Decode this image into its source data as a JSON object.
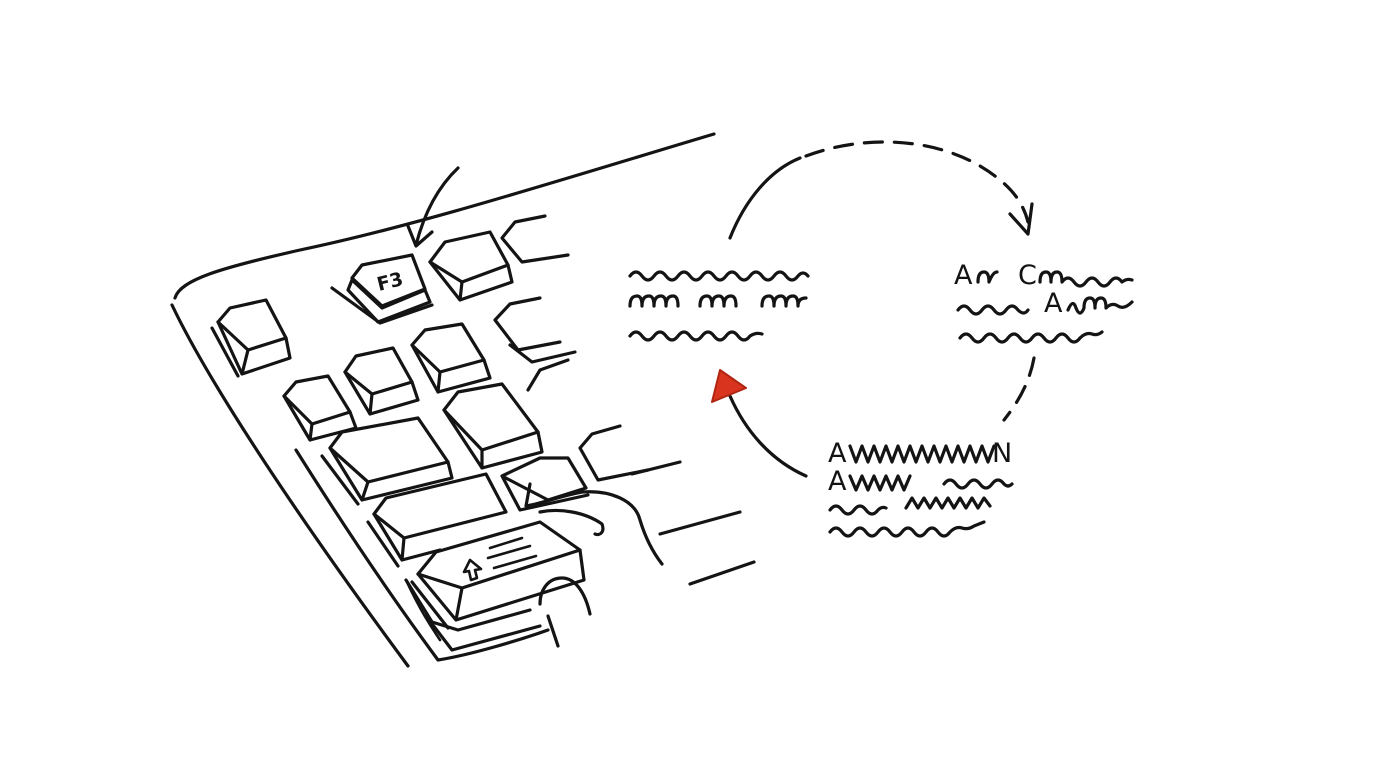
{
  "keyboard": {
    "highlighted_key_label": "F3",
    "shift_key_icon": "shift-arrow-icon"
  },
  "text_block_right": {
    "line1_letters": [
      "A",
      "C"
    ],
    "line2_letters": [
      "A"
    ]
  },
  "text_block_bottom": {
    "line1_letters": [
      "A",
      "N"
    ],
    "line2_letters": [
      "A"
    ]
  },
  "colors": {
    "ink": "#141414",
    "accent": "#d8341e",
    "background": "#ffffff"
  }
}
